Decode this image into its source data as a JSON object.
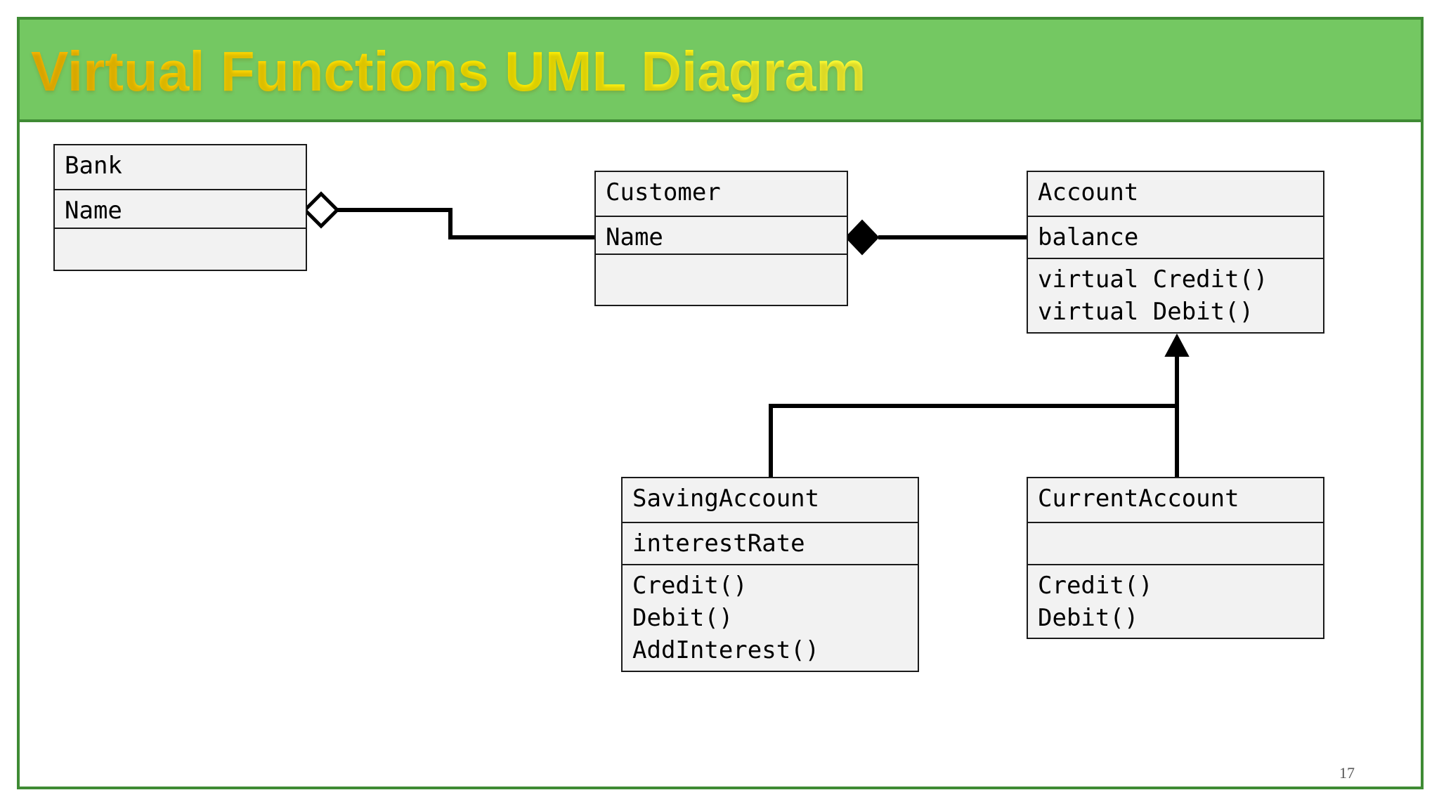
{
  "slide": {
    "title": "Virtual Functions UML Diagram",
    "page_number": "17",
    "colors": {
      "header_bg": "#74c862",
      "border": "#3f8b34",
      "title_text": "#ffe61a",
      "class_fill": "#f2f2f2"
    }
  },
  "classes": {
    "bank": {
      "name": "Bank",
      "attributes": [
        "Name"
      ],
      "methods": []
    },
    "customer": {
      "name": "Customer",
      "attributes": [
        "Name"
      ],
      "methods": []
    },
    "account": {
      "name": "Account",
      "attributes": [
        "balance"
      ],
      "methods": [
        "virtual Credit()",
        "virtual Debit()"
      ]
    },
    "saving_account": {
      "name": "SavingAccount",
      "attributes": [
        "interestRate"
      ],
      "methods": [
        "Credit()",
        "Debit()",
        "AddInterest()"
      ]
    },
    "current_account": {
      "name": "CurrentAccount",
      "attributes": [],
      "methods": [
        "Credit()",
        "Debit()"
      ]
    }
  },
  "relationships": [
    {
      "type": "aggregation",
      "from": "bank",
      "to": "customer"
    },
    {
      "type": "composition",
      "from": "customer",
      "to": "account"
    },
    {
      "type": "inheritance",
      "from": "saving_account",
      "to": "account"
    },
    {
      "type": "inheritance",
      "from": "current_account",
      "to": "account"
    }
  ]
}
